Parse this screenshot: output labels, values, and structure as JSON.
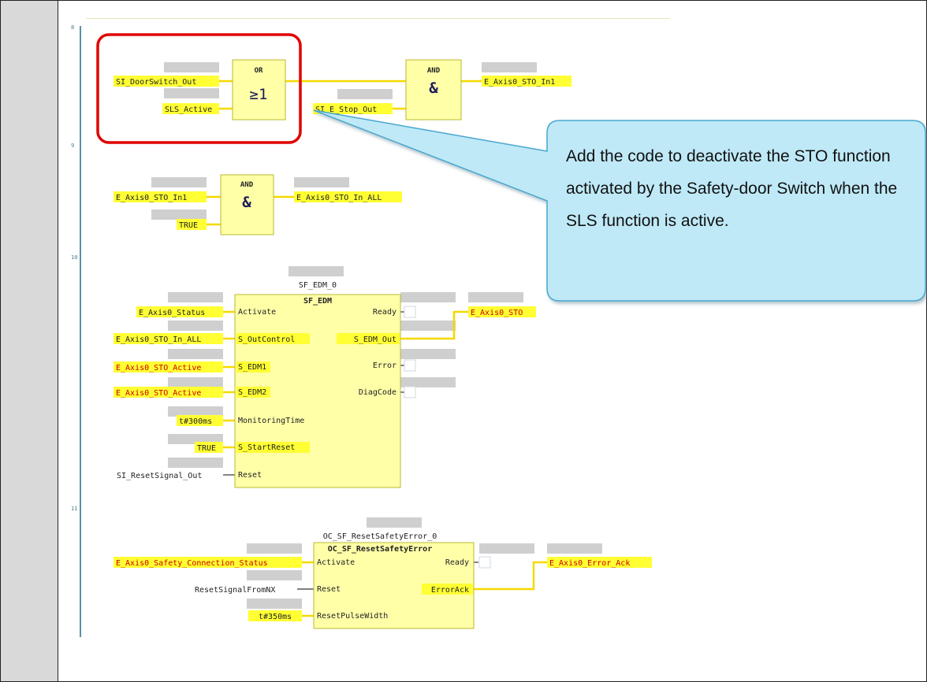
{
  "rungs": [
    "8",
    "9",
    "10",
    "11"
  ],
  "colors": {
    "wire": "#f5d800",
    "block_fill": "#ffffa8",
    "var_highlight": "#ffff33",
    "error_text": "#cc0000",
    "selection": "#e00000",
    "callout_fill": "#bfe9f7",
    "callout_border": "#4aa8d0"
  },
  "rung8": {
    "or_block": {
      "title": "OR",
      "symbol": "≥1"
    },
    "and_block": {
      "title": "AND",
      "symbol": "&"
    },
    "in1": "SI_DoorSwitch_Out",
    "in2": "SLS_Active",
    "in3": "SI_E_Stop_Out",
    "out": "E_Axis0_STO_In1"
  },
  "rung9": {
    "and_block": {
      "title": "AND",
      "symbol": "&"
    },
    "in1": "E_Axis0_STO_In1",
    "in2": "TRUE",
    "out": "E_Axis0_STO_In_ALL"
  },
  "rung10": {
    "instance": "SF_EDM_0",
    "type": "SF_EDM",
    "inputs": [
      {
        "var": "E_Axis0_Status",
        "pin": "Activate"
      },
      {
        "var": "E_Axis0_STO_In_ALL",
        "pin": "S_OutControl"
      },
      {
        "var": "E_Axis0_STO_Active",
        "pin": "S_EDM1"
      },
      {
        "var": "E_Axis0_STO_Active",
        "pin": "S_EDM2"
      },
      {
        "var": "t#300ms",
        "pin": "MonitoringTime"
      },
      {
        "var": "TRUE",
        "pin": "S_StartReset"
      },
      {
        "var": "SI_ResetSignal_Out",
        "pin": "Reset"
      }
    ],
    "outputs": [
      {
        "pin": "Ready"
      },
      {
        "pin": "S_EDM_Out"
      },
      {
        "pin": "Error"
      },
      {
        "pin": "DiagCode"
      }
    ],
    "out_var": "E_Axis0_STO"
  },
  "rung11": {
    "instance": "OC_SF_ResetSafetyError_0",
    "type": "OC_SF_ResetSafetyError",
    "inputs": [
      {
        "var": "E_Axis0_Safety_Connection_Status",
        "pin": "Activate"
      },
      {
        "var": "ResetSignalFromNX",
        "pin": "Reset"
      },
      {
        "var": "t#350ms",
        "pin": "ResetPulseWidth"
      }
    ],
    "outputs": [
      {
        "pin": "Ready"
      },
      {
        "pin": "ErrorAck"
      }
    ],
    "out_var": "E_Axis0_Error_Ack"
  },
  "callout": {
    "text": "Add the code to deactivate the STO function activated by the Safety-door Switch when the SLS function is active."
  }
}
